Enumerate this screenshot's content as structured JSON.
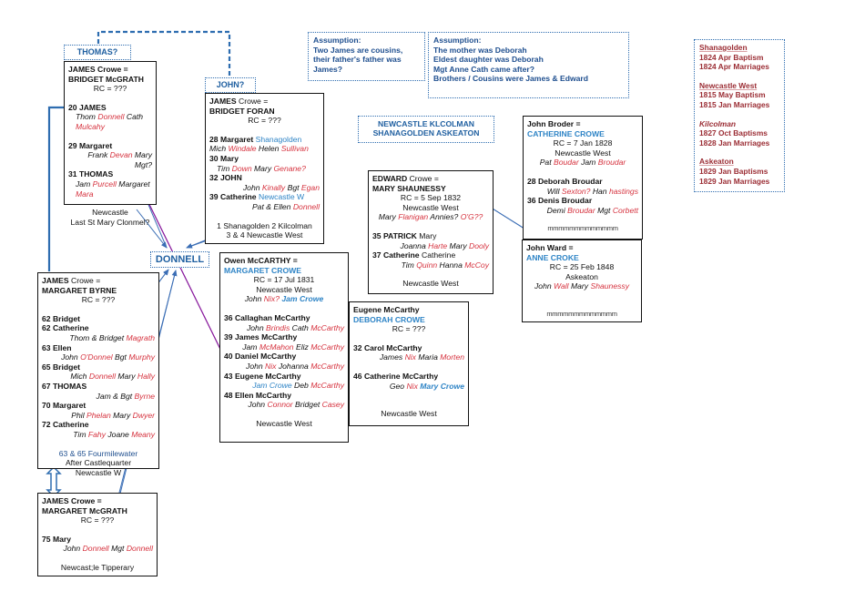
{
  "labels": {
    "thomas": "THOMAS?",
    "john": "JOHN?",
    "donnell": "DONNELL",
    "parishes": [
      "NEWCASTLE KLCOLMAN",
      "SHANAGOLDEN ASKEATON"
    ]
  },
  "assumptions": [
    {
      "title": "Assumption:",
      "lines": [
        "Two James are cousins,",
        "their father's father was",
        "James?"
      ]
    },
    {
      "title": "Assumption:",
      "lines": [
        "The mother was Deborah",
        "Eldest daughter was Deborah",
        "Mgt Anne Cath came after?",
        "Brothers / Cousins were James & Edward"
      ]
    }
  ],
  "legend": {
    "sections": [
      {
        "name": "Shanagolden",
        "lines": [
          "1824 Apr  Baptism",
          "1824 Apr  Marriages"
        ]
      },
      {
        "name": "Newcastle West",
        "lines": [
          "1815 May  Baptism",
          "1815 Jan   Marriages"
        ]
      },
      {
        "name": "Kilcolman",
        "lines": [
          "1827 Oct  Baptisms",
          "1828 Jan  Marriages"
        ]
      },
      {
        "name": "Askeaton",
        "lines": [
          "1829 Jan  Baptisms",
          "1829 Jan  Marriages"
        ]
      }
    ]
  },
  "families": {
    "bridget_mcgrath": {
      "husband": "JAMES",
      "husband_rest": "Crowe  =",
      "wife": "BRIDGET McGRATH",
      "rc": "RC = ???",
      "c1": "20 JAMES",
      "c1s": [
        "Thom ",
        "Donnell",
        " Cath ",
        "Mulcahy"
      ],
      "c2": "29  Margaret",
      "c2s": [
        "Frank ",
        "Devan",
        " Mary Mgt?"
      ],
      "c3": "31  THOMAS",
      "c3s": [
        "Jam ",
        "Purcell",
        " Margaret ",
        "Mara"
      ],
      "foot1": "Newcastle",
      "foot2": "Last St Mary Clonmel?"
    },
    "bridget_foran": {
      "husband": "JAMES",
      "husband_rest": "Crowe    =",
      "wife": "BRIDGET FORAN",
      "rc": "RC = ???",
      "c1": "28  Margaret",
      "c1p": "Shanagolden",
      "c1s": [
        "Mich ",
        "Windale",
        " Helen ",
        "Sullivan"
      ],
      "c2": "30  Mary",
      "c2s": [
        "Tim ",
        "Down",
        " Mary ",
        "Genane?"
      ],
      "c3": "32  JOHN",
      "c3s": [
        "John ",
        "Kinally",
        " Bgt ",
        "Egan"
      ],
      "c4": "39  Catherine",
      "c4p": "Newcastle W",
      "c4s": [
        "Pat & Ellen ",
        "Donnell"
      ],
      "foot1": "1 Shanagolden  2 Kilcolman",
      "foot2": "3 & 4  Newcastle West"
    },
    "margaret_byrne": {
      "husband": "JAMES",
      "husband_rest": "Crowe  =",
      "wife": "MARGARET BYRNE",
      "rc": "RC = ???",
      "c1": "62  Bridget",
      "c2": "62  Catherine",
      "c2s": [
        "Thom & Bridget ",
        "Magrath"
      ],
      "c3": "63  Ellen",
      "c3s": [
        "John ",
        "O'Donnel",
        " Bgt ",
        "Murphy"
      ],
      "c4": "65  Bridget",
      "c4s": [
        "Mich ",
        "Donnell",
        " Mary ",
        "Hally"
      ],
      "c5": "67  THOMAS",
      "c5s": [
        "Jam & Bgt ",
        "Byrne"
      ],
      "c6": "70  Margaret",
      "c6s": [
        "Phil ",
        "Phelan",
        " Mary ",
        "Dwyer"
      ],
      "c7": "72  Catherine",
      "c7s": [
        "Tim ",
        "Fahy",
        " Joane ",
        "Meany"
      ],
      "foot0": "63 & 65 Fourmilewater",
      "foot1": "After Castlequarter",
      "foot2": "Newcastle W"
    },
    "margaret_mcgrath": {
      "husband": "JAMES Crowe  =",
      "wife": "MARGARET McGRATH",
      "rc": "RC = ???",
      "c1": "75  Mary",
      "c1s": [
        "John ",
        "Donnell",
        " Mgt ",
        "Donnell"
      ],
      "foot": "Newcast;le  Tipperary"
    },
    "owen_mccarthy": {
      "husband": "Owen McCARTHY  =",
      "wife": "MARGARET CROWE",
      "rc": "RC = 17 Jul 1831",
      "place": "Newcastle West",
      "pars": [
        "John ",
        "Nix?",
        " Jam Crowe"
      ],
      "c1": "36  Callaghan McCarthy",
      "c1s": [
        "John ",
        "Brindis",
        " Cath ",
        "McCarthy"
      ],
      "c2": "39  James McCarthy",
      "c2s": [
        "Jam ",
        "McMahon",
        " Eliz ",
        "McCarthy"
      ],
      "c3": "40  Daniel McCarthy",
      "c3s": [
        "John ",
        "Nix",
        " Johanna ",
        "McCarthy"
      ],
      "c4": "43  Eugene McCarthy",
      "c4s": [
        "Jam Crowe",
        " Deb ",
        "McCarthy"
      ],
      "c5": "48  Ellen McCarthy",
      "c5s": [
        "John ",
        "Connor",
        " Bridget ",
        "Casey"
      ],
      "foot": "Newcastle West"
    },
    "eugene_mccarthy": {
      "husband": "Eugene McCarthy",
      "wife": "DEBORAH CROWE",
      "rc": "RC = ???",
      "c1": "32  Carol McCarthy",
      "c1s": [
        "James ",
        "Nix",
        " Maria ",
        "Morten"
      ],
      "c2": "46  Catherine McCarthy",
      "c2s": [
        "Geo ",
        "Nix",
        " Mary Crowe"
      ],
      "foot": "Newcastle West"
    },
    "edward_crowe": {
      "husband": "EDWARD",
      "husband_rest": "Crowe  =",
      "wife": "MARY SHAUNESSY",
      "rc": "RC = 5 Sep 1832",
      "place": "Newcastle West",
      "pars": [
        "Mary ",
        "Flanigan",
        " Annies? ",
        "O'G??"
      ],
      "c1": "35  PATRICK",
      "c1p": "Mary",
      "c1s": [
        "Joanna ",
        "Harte",
        " Mary ",
        "Dooly"
      ],
      "c2": "37  Catherine",
      "c2p": "Catherine",
      "c2s": [
        "Tim ",
        "Quinn",
        " Hanna ",
        "McCoy"
      ],
      "foot": "Newcastle West"
    },
    "john_broder": {
      "husband": "John Broder  =",
      "wife": "CATHERINE CROWE",
      "rc": "RC = 7 Jan 1828",
      "place": "Newcastle West",
      "pars": [
        "Pat ",
        "Boudar",
        " Jam ",
        "Broudar"
      ],
      "c1": "28 Deborah Broudar",
      "c1s": [
        "Will ",
        "Sexton?",
        " Han ",
        "hastings"
      ],
      "c2": "36  Denis Broudar",
      "c2s": [
        "Demi ",
        "Broudar",
        " Mgt ",
        "Corbett"
      ],
      "foot": "mmmmmmmmmmmmm"
    },
    "john_ward": {
      "husband": "John Ward  =",
      "wife": "ANNE CROKE",
      "rc": "RC = 25 Feb 1848",
      "place": "Askeaton",
      "pars": [
        "John ",
        "Wall",
        " Mary ",
        "Shaunessy"
      ],
      "foot": "mmmmmmmmmmmmm"
    }
  },
  "colors": {
    "red": "#d6333f",
    "blue": "#2e84c6",
    "connector": "#3b6eb5",
    "purple": "#8a1e9e",
    "legend": "#9b2d34"
  }
}
